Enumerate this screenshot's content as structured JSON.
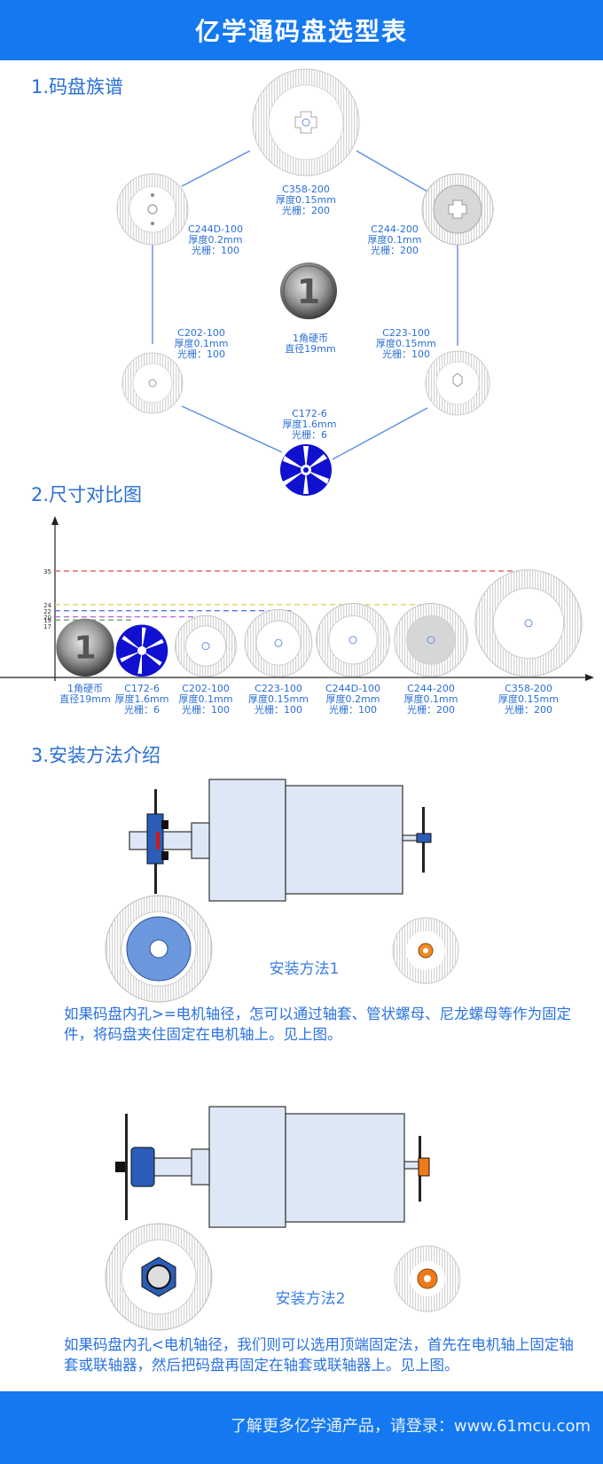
{
  "header": {
    "title": "亿学通码盘选型表"
  },
  "sections": {
    "family": "1.码盘族谱",
    "size": "2.尺寸对比图",
    "install": "3.安装方法介绍"
  },
  "family": {
    "c358": [
      "C358-200",
      "厚度0.15mm",
      "光栅：200"
    ],
    "c244d": [
      "C244D-100",
      "厚度0.2mm",
      "光栅：100"
    ],
    "c244": [
      "C244-200",
      "厚度0.1mm",
      "光栅：200"
    ],
    "c202": [
      "C202-100",
      "厚度0.1mm",
      "光栅：100"
    ],
    "coin": [
      "1角硬币",
      "直径19mm"
    ],
    "c223": [
      "C223-100",
      "厚度0.15mm",
      "光栅：100"
    ],
    "c172": [
      "C172-6",
      "厚度1.6mm",
      "光栅：6"
    ]
  },
  "chart_data": {
    "type": "bar",
    "categories": [
      "1角硬币",
      "C172-6",
      "C202-100",
      "C223-100",
      "C244D-100",
      "C244-200",
      "C358-200"
    ],
    "values": [
      19,
      17,
      20,
      22,
      24,
      24,
      35
    ],
    "yticks": [
      "35",
      "24",
      "22",
      "20",
      "19",
      "17"
    ],
    "reference_lines": [
      {
        "value": 35,
        "color": "#e84c4c"
      },
      {
        "value": 24,
        "color": "#e8c84c"
      },
      {
        "value": 22,
        "color": "#4c6ae8"
      },
      {
        "value": 20,
        "color": "#b04ce8"
      },
      {
        "value": 19,
        "color": "#4ca84c"
      }
    ],
    "labels": [
      [
        "1角硬币",
        "直径19mm"
      ],
      [
        "C172-6",
        "厚度1.6mm",
        "光栅：6"
      ],
      [
        "C202-100",
        "厚度0.1mm",
        "光栅：100"
      ],
      [
        "C223-100",
        "厚度0.15mm",
        "光栅：100"
      ],
      [
        "C244D-100",
        "厚度0.2mm",
        "光栅：100"
      ],
      [
        "C244-200",
        "厚度0.1mm",
        "光栅：200"
      ],
      [
        "C358-200",
        "厚度0.15mm",
        "光栅：200"
      ]
    ]
  },
  "install": {
    "method1": "安装方法1",
    "method1_text": "如果码盘内孔>=电机轴径，怎可以通过轴套、管状螺母、尼龙螺母等作为固定件，将码盘夹住固定在电机轴上。见上图。",
    "method2": "安装方法2",
    "method2_text": "如果码盘内孔<电机轴径，我们则可以选用顶端固定法，首先在电机轴上固定轴套或联轴器，然后把码盘再固定在轴套或联轴器上。见上图。"
  },
  "footer": {
    "text": "了解更多亿学通产品，请登录：www.61mcu.com"
  },
  "colors": {
    "banner": "#1478f0",
    "accent": "#1e5fc8",
    "c172_disc": "#1010d0"
  }
}
